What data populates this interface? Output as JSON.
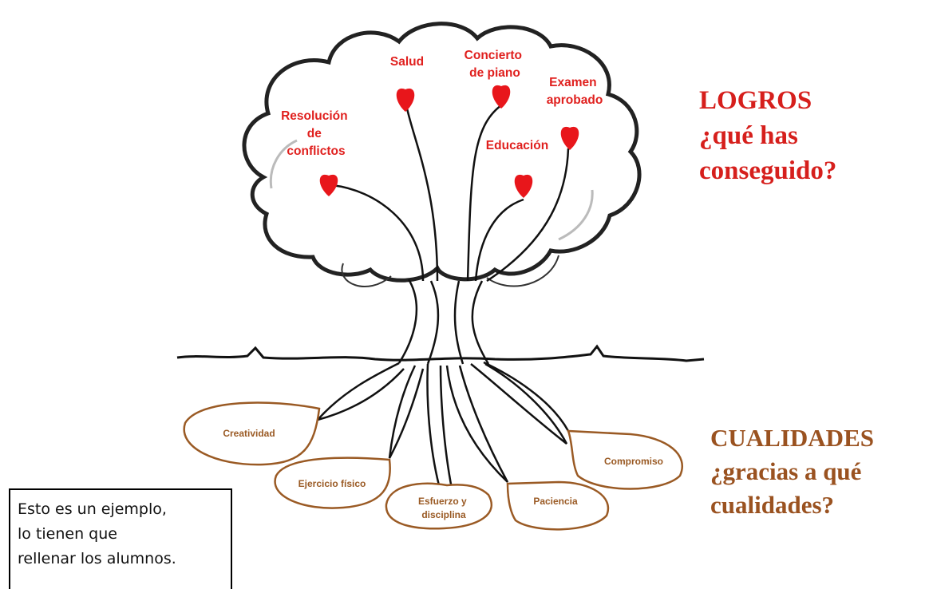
{
  "logros": {
    "title_lines": [
      "LOGROS",
      "¿qué has",
      "conseguido?"
    ],
    "items": [
      {
        "lines": [
          "Resolución",
          "de",
          "conflictos"
        ]
      },
      {
        "lines": [
          "Salud"
        ]
      },
      {
        "lines": [
          "Concierto",
          "de piano"
        ]
      },
      {
        "lines": [
          "Examen",
          "aprobado"
        ]
      },
      {
        "lines": [
          "Educación"
        ]
      }
    ]
  },
  "cualidades": {
    "title_lines": [
      "CUALIDADES",
      "¿gracias a qué",
      "cualidades?"
    ],
    "items": [
      {
        "lines": [
          "Creatividad"
        ]
      },
      {
        "lines": [
          "Ejercicio físico"
        ]
      },
      {
        "lines": [
          "Esfuerzo y",
          "disciplina"
        ]
      },
      {
        "lines": [
          "Paciencia"
        ]
      },
      {
        "lines": [
          "Compromiso"
        ]
      }
    ]
  },
  "note": {
    "lines": [
      "Esto es un ejemplo,",
      "lo tienen que",
      "rellenar los alumnos."
    ]
  },
  "colors": {
    "logros": "#e0201e",
    "cualidades": "#9a5a24",
    "heart": "#e8161b",
    "outline": "#111111",
    "bubble": "#9a5a24"
  },
  "icons": [
    "heart-icon"
  ]
}
